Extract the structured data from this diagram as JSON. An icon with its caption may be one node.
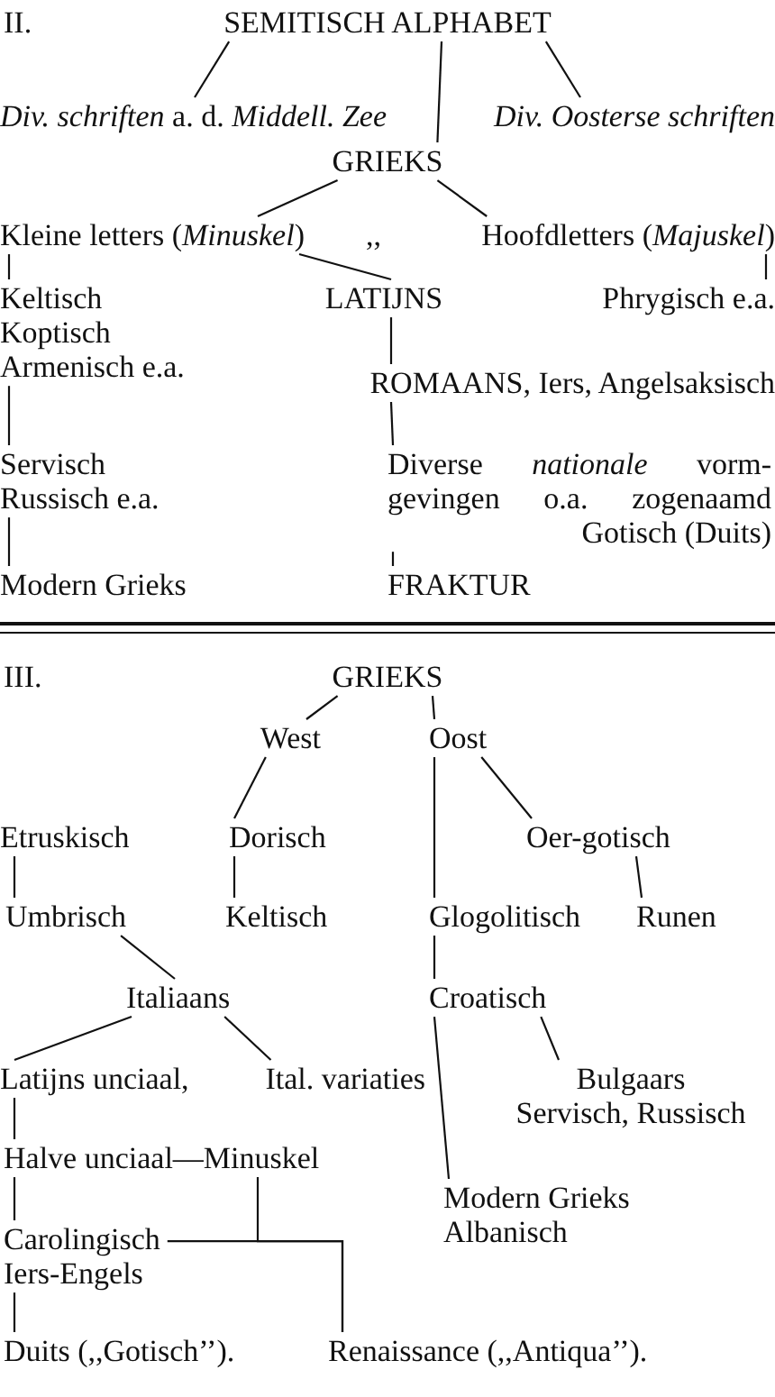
{
  "diagram": {
    "nodes": [
      {
        "text": [
          "SEMITISCH ALPHABET"
        ]
      },
      {
        "text": [
          "*Div. schriften* a. d. *Middell. Zee*"
        ]
      },
      {
        "text": [
          "Div. Oosterse schriften"
        ]
      },
      {
        "text": [
          "GRIEKS"
        ]
      },
      {
        "text": [
          "Kleine letters (*Minuskel*)"
        ]
      },
      {
        "text": [
          "Hoofdletters (*Majuskel*)"
        ]
      },
      {
        "text": [
          "Keltisch",
          "Koptisch",
          "Armenisch e.a."
        ]
      },
      {
        "text": [
          "LATIJNS"
        ]
      },
      {
        "text": [
          "Phrygisch e.a."
        ]
      },
      {
        "text": [
          "ROMAANS, Iers, Angelsaksisch"
        ]
      },
      {
        "text": [
          "Servisch",
          "Russisch e.a."
        ]
      },
      {
        "text": [
          "Diverse *nationale* vorm-gevingen o.a. zogenaamd Gotisch (Duits)"
        ]
      },
      {
        "text": [
          "Modern Grieks"
        ]
      },
      {
        "text": [
          "FRAKTUR"
        ]
      },
      {
        "text": [
          "GRIEKS"
        ]
      },
      {
        "text": [
          "West"
        ]
      },
      {
        "text": [
          "Oost"
        ]
      },
      {
        "text": [
          "Etruskisch"
        ]
      },
      {
        "text": [
          "Dorisch"
        ]
      },
      {
        "text": [
          "Oer-gotisch"
        ]
      },
      {
        "text": [
          "Umbrisch"
        ]
      },
      {
        "text": [
          "Keltisch"
        ]
      },
      {
        "text": [
          "Glogolitisch"
        ]
      },
      {
        "text": [
          "Runen"
        ]
      },
      {
        "text": [
          "Italiaans"
        ]
      },
      {
        "text": [
          "Croatisch"
        ]
      },
      {
        "text": [
          "Latijns unciaal,"
        ]
      },
      {
        "text": [
          "Ital. variaties"
        ]
      },
      {
        "text": [
          "Bulgaars",
          "Servisch, Russisch"
        ]
      },
      {
        "text": [
          "Modern Grieks",
          "Albanisch"
        ]
      },
      {
        "text": [
          "Halve unciaal—Minuskel"
        ]
      },
      {
        "text": [
          "Carolingisch",
          "Iers-Engels"
        ]
      },
      {
        "text": [
          "Duits (,,Gotisch’’)."
        ]
      },
      {
        "text": [
          "Renaissance (,,Antiqua’’)."
        ]
      }
    ],
    "edges": [
      {
        "from": 0,
        "to": 1,
        "arrow": "none"
      },
      {
        "from": 0,
        "to": 3,
        "arrow": "none"
      },
      {
        "from": 0,
        "to": 2,
        "arrow": "none"
      },
      {
        "from": 3,
        "to": 4,
        "arrow": "none"
      },
      {
        "from": 3,
        "to": 5,
        "arrow": "none"
      },
      {
        "from": 4,
        "to": 6,
        "arrow": "none"
      },
      {
        "from": 4,
        "to": 7,
        "arrow": "none"
      },
      {
        "from": 5,
        "to": 8,
        "arrow": "none"
      },
      {
        "from": 7,
        "to": 9,
        "arrow": "none"
      },
      {
        "from": 6,
        "to": 10,
        "arrow": "none"
      },
      {
        "from": 9,
        "to": 11,
        "arrow": "none"
      },
      {
        "from": 10,
        "to": 12,
        "arrow": "none"
      },
      {
        "from": 11,
        "to": 13,
        "arrow": "none"
      },
      {
        "from": 14,
        "to": 15,
        "arrow": "none"
      },
      {
        "from": 14,
        "to": 16,
        "arrow": "none"
      },
      {
        "from": 15,
        "to": 18,
        "arrow": "none"
      },
      {
        "from": 16,
        "to": 22,
        "arrow": "none"
      },
      {
        "from": 16,
        "to": 19,
        "arrow": "none"
      },
      {
        "from": 17,
        "to": 20,
        "arrow": "none"
      },
      {
        "from": 18,
        "to": 21,
        "arrow": "none"
      },
      {
        "from": 20,
        "to": 24,
        "arrow": "none"
      },
      {
        "from": 22,
        "to": 25,
        "arrow": "none"
      },
      {
        "from": 19,
        "to": 23,
        "arrow": "none"
      },
      {
        "from": 24,
        "to": 26,
        "arrow": "none"
      },
      {
        "from": 24,
        "to": 27,
        "arrow": "none"
      },
      {
        "from": 25,
        "to": 28,
        "arrow": "none"
      },
      {
        "from": 25,
        "to": 29,
        "arrow": "none"
      },
      {
        "from": 26,
        "to": 30,
        "arrow": "none"
      },
      {
        "from": 30,
        "to": 33,
        "arrow": "none"
      },
      {
        "from": 31,
        "to": 33,
        "arrow": "none"
      },
      {
        "from": 30,
        "to": 31,
        "arrow": "none"
      },
      {
        "from": 31,
        "to": 32,
        "arrow": "none"
      }
    ],
    "labels": [
      "II.",
      ",,",
      "III."
    ]
  }
}
